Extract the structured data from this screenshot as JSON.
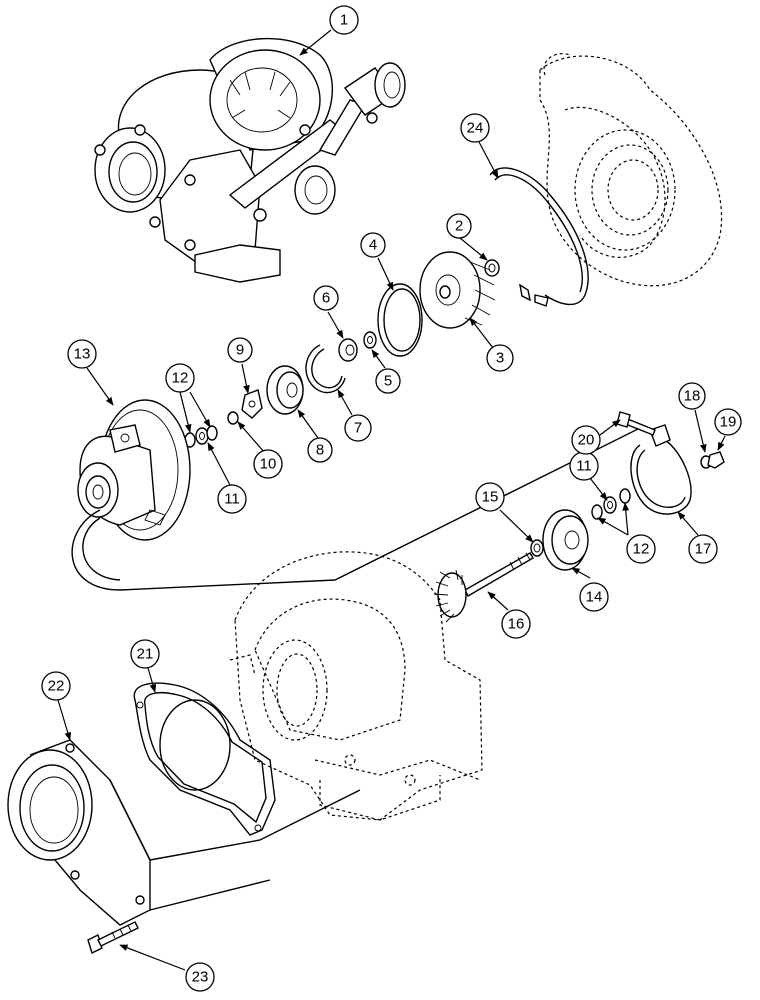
{
  "callouts": {
    "c1": "1",
    "c2": "2",
    "c3": "3",
    "c4": "4",
    "c5": "5",
    "c6": "6",
    "c7": "7",
    "c8": "8",
    "c9": "9",
    "c10": "10",
    "c11a": "11",
    "c11b": "11",
    "c12a": "12",
    "c12b": "12",
    "c13": "13",
    "c14": "14",
    "c15": "15",
    "c16": "16",
    "c17": "17",
    "c18": "18",
    "c19": "19",
    "c20": "20",
    "c21": "21",
    "c22": "22",
    "c23": "23",
    "c24": "24"
  }
}
